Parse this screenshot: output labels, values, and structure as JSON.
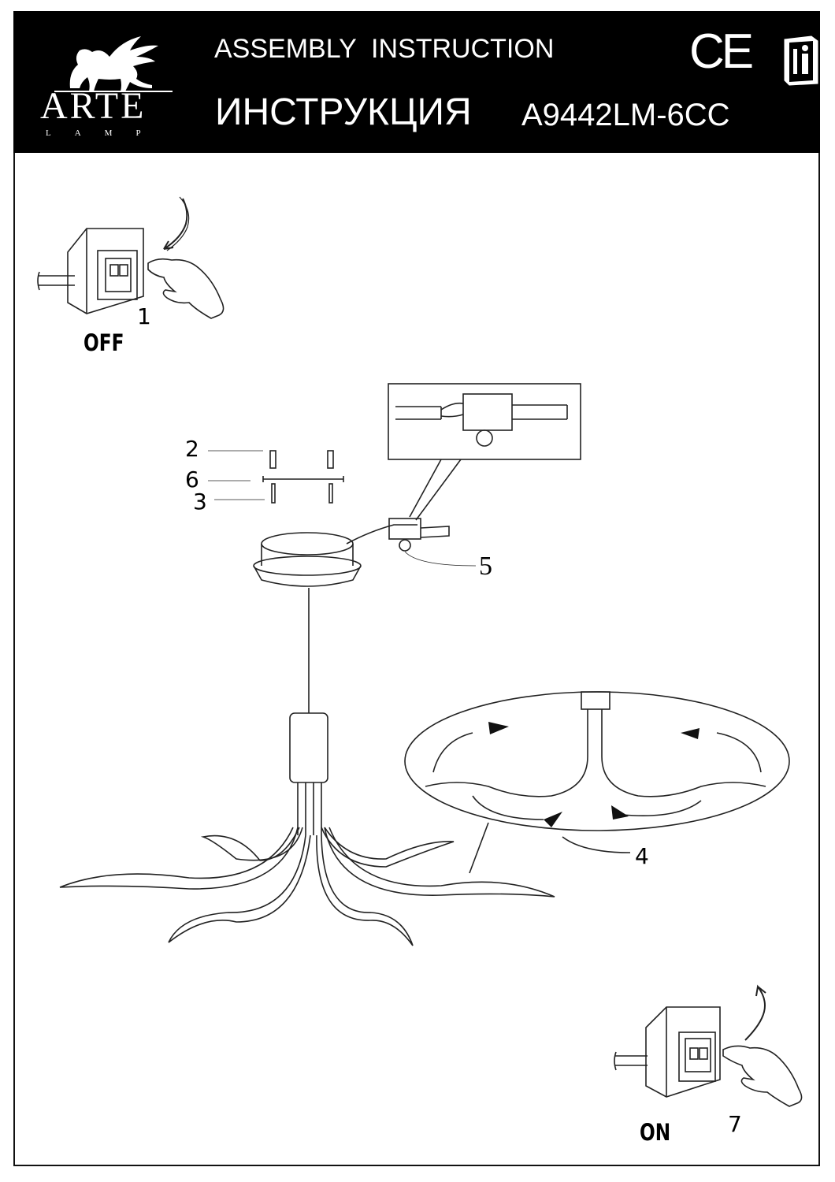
{
  "header": {
    "brand": "ARTE",
    "brand_sub": "LAMP",
    "title_en": "ASSEMBLY  INSTRUCTION",
    "title_ru": "ИНСТРУКЦИЯ",
    "model": "A9442LM-6CC",
    "ce_mark": "CE",
    "info_icon": "manual-info-icon"
  },
  "steps": {
    "switch_off_label": "OFF",
    "switch_on_label": "ON",
    "step1": "1",
    "step2": "2",
    "step3": "3",
    "step4": "4",
    "step5": "5",
    "step6": "6",
    "step7": "7"
  }
}
